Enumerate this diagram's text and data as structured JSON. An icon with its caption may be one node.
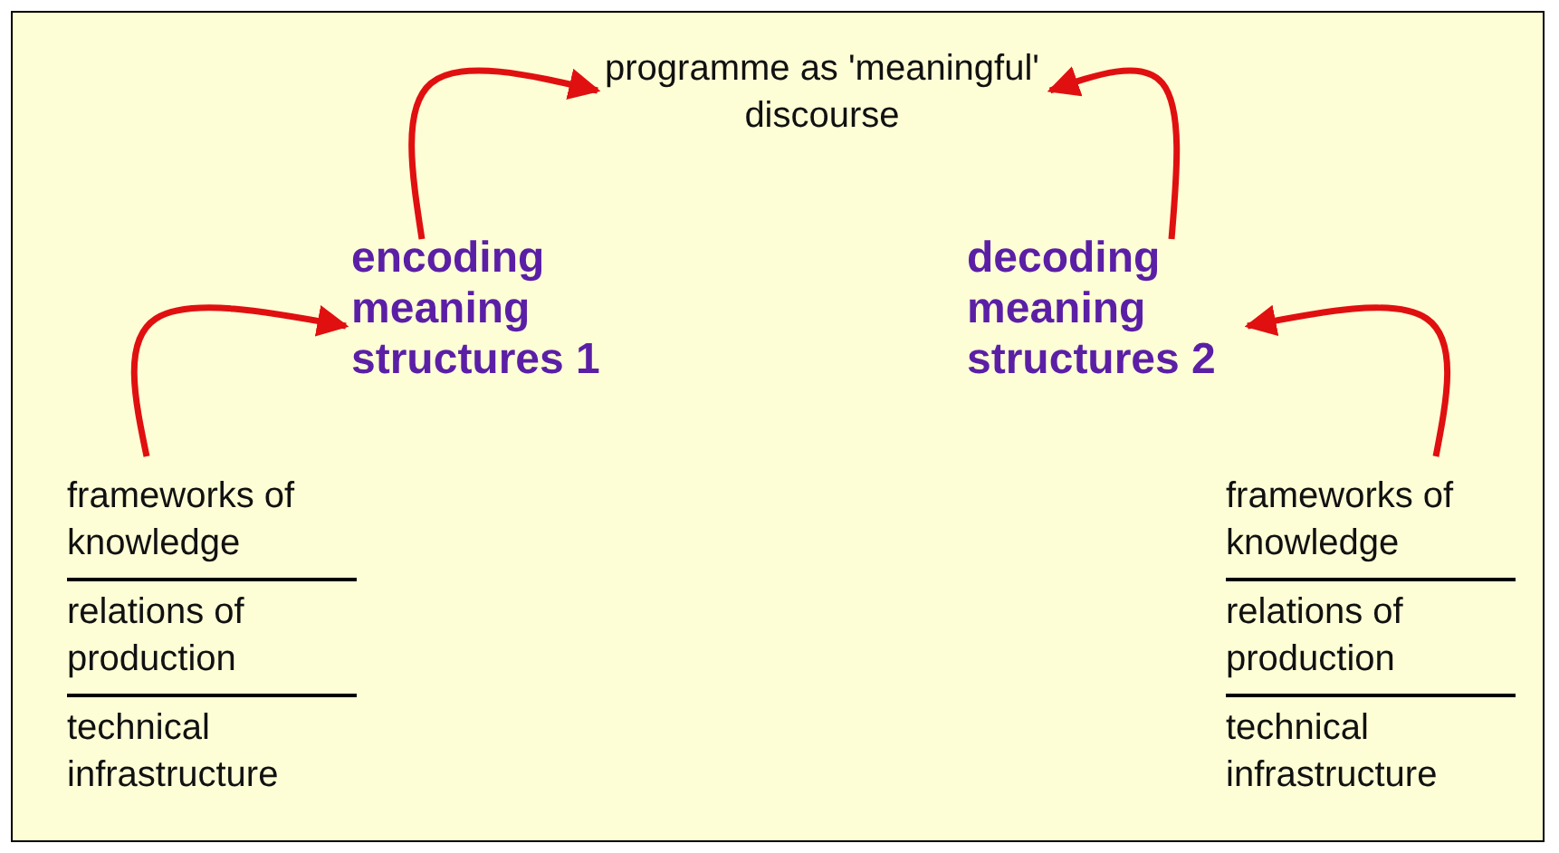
{
  "diagram": {
    "nodes": [
      {
        "text": [
          "programme as 'meaningful' discourse"
        ]
      },
      {
        "text": [
          "encoding",
          "meaning structures 1"
        ]
      },
      {
        "text": [
          "decoding",
          "meaning structures 2"
        ]
      },
      {
        "text": [
          "frameworks of knowledge",
          "relations of production",
          "technical infrastructure"
        ]
      },
      {
        "text": [
          "frameworks of knowledge",
          "relations of production",
          "technical infrastructure"
        ]
      }
    ],
    "edges": [
      {
        "from": 3,
        "to": 1,
        "arrow": "to"
      },
      {
        "from": 1,
        "to": 0,
        "arrow": "to"
      },
      {
        "from": 4,
        "to": 2,
        "arrow": "to"
      },
      {
        "from": 2,
        "to": 0,
        "arrow": "to"
      }
    ]
  }
}
